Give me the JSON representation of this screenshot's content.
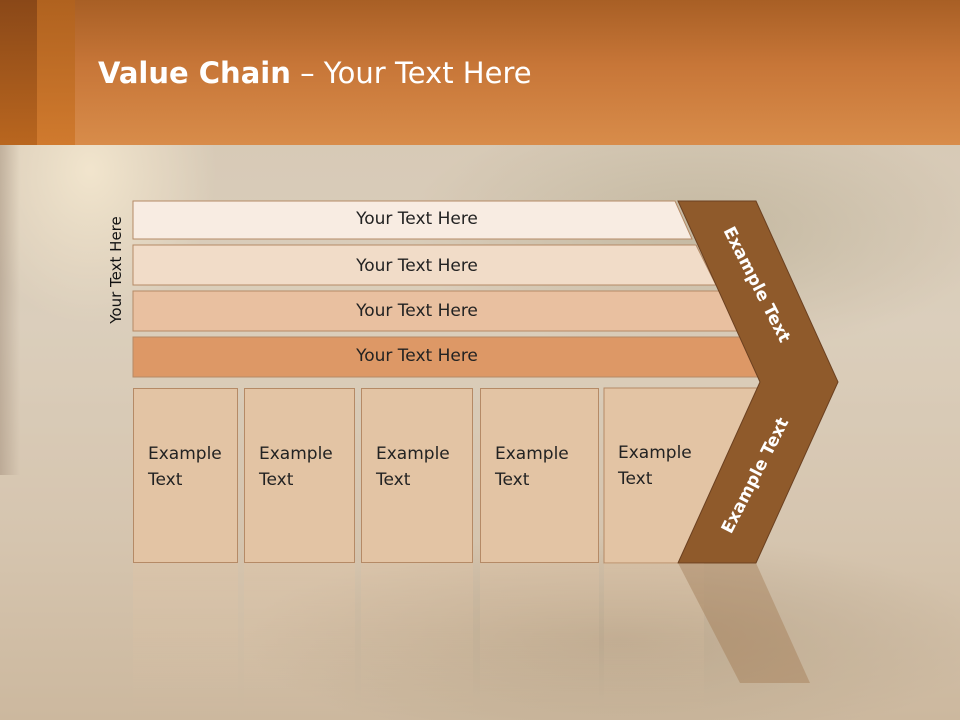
{
  "slide": {
    "title_bold": "Value Chain",
    "title_rest": " – Your Text Here",
    "side_label": "Your Text Here"
  },
  "bars": [
    {
      "label": "Your Text Here",
      "color": "#f8ece2"
    },
    {
      "label": "Your Text Here",
      "color": "#f1dcc8"
    },
    {
      "label": "Your Text Here",
      "color": "#e9c0a0"
    },
    {
      "label": "Your Text Here",
      "color": "#dd9866"
    }
  ],
  "columns": [
    {
      "line1": "Example",
      "line2": "Text"
    },
    {
      "line1": "Example",
      "line2": "Text"
    },
    {
      "line1": "Example",
      "line2": "Text"
    },
    {
      "line1": "Example",
      "line2": "Text"
    },
    {
      "line1": "Example",
      "line2": "Text"
    }
  ],
  "chevron": {
    "upper_label": "Example Text",
    "lower_label": "Example Text",
    "color": "#8f5a2b"
  },
  "colors": {
    "header": "#c77638",
    "column_fill": "#e3c4a4"
  }
}
